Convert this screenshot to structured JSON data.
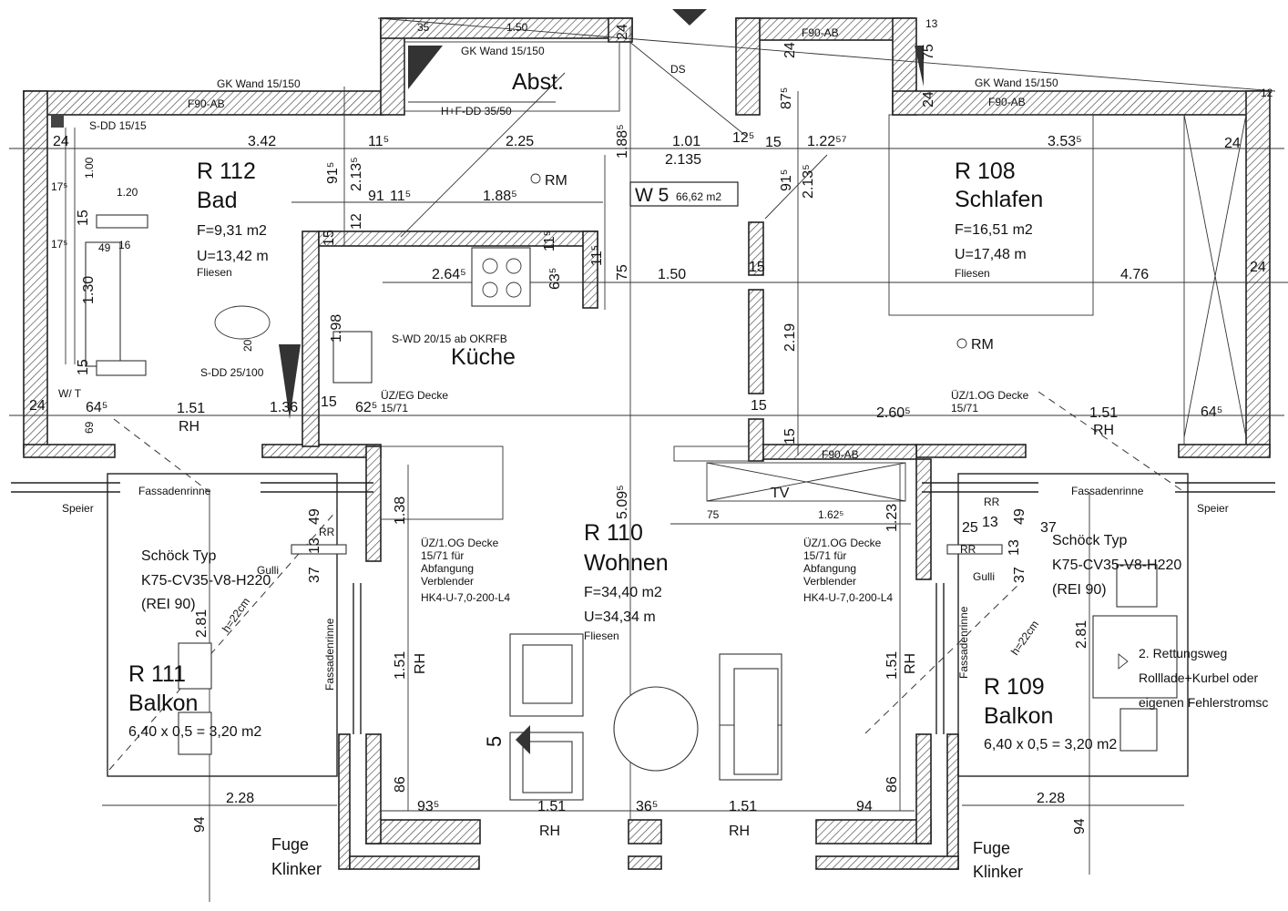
{
  "rooms": {
    "r112": {
      "num": "R 112",
      "name": "Bad",
      "area": "F=9,31 m2",
      "perimeter": "U=13,42 m",
      "floor": "Fliesen"
    },
    "r108": {
      "num": "R 108",
      "name": "Schlafen",
      "area": "F=16,51 m2",
      "perimeter": "U=17,48 m",
      "floor": "Fliesen"
    },
    "r110": {
      "num": "R 110",
      "name": "Wohnen",
      "area": "F=34,40 m2",
      "perimeter": "U=34,34 m",
      "floor": "Fliesen"
    },
    "r111": {
      "num": "R 111",
      "name": "Balkon",
      "area": "6,40 x 0,5 = 3,20 m2"
    },
    "r109": {
      "num": "R 109",
      "name": "Balkon",
      "area": "6,40 x 0,5 = 3,20 m2"
    },
    "kueche": {
      "name": "Küche"
    },
    "abst": {
      "name": "Abst."
    }
  },
  "unit": {
    "label": "W 5",
    "area": "66,62 m2"
  },
  "notes": {
    "gk_wand_left": "GK Wand 15/150",
    "gk_wand_top": "GK Wand 15/150",
    "gk_wand_right": "GK Wand 15/150",
    "f90_left": "F90-AB",
    "f90_top": "F90-AB",
    "f90_right": "F90-AB",
    "f90_bottom": "F90-AB",
    "hfdd": "H+F-DD 35/50",
    "ds": "DS",
    "sdd1515": "S-DD 15/15",
    "sdd25100": "S-DD 25/100",
    "swd": "S-WD 20/15 ab OKRFB",
    "uz_eg": "ÜZ/EG Decke",
    "uz_eg_val": "15/71",
    "uz_1og": "ÜZ/1.OG Decke",
    "uz_1og_val": "15/71",
    "rm": "RM",
    "wt": "W/ T",
    "tv": "TV",
    "fassadenrinne": "Fassadenrinne",
    "speier": "Speier",
    "schoeck_l1": "Schöck Typ",
    "schoeck_l2": "K75-CV35-V8-H220",
    "schoeck_l3": "(REI 90)",
    "gulli": "Gulli",
    "rr": "RR",
    "h22": "h=22cm",
    "uzog_l1": "ÜZ/1.OG Decke",
    "uzog_l2": "15/71 für",
    "uzog_l3": "Abfangung",
    "uzog_l4": "Verblender",
    "uzog_l5": "HK4-U-7,0-200-L4",
    "rettung_l1": "2. Rettungsweg",
    "rettung_l2": "Rolllade+Kurbel oder",
    "rettung_l3": "eigenen Fehlerstromsc",
    "fuge": "Fuge",
    "klinker": "Klinker",
    "rh": "RH",
    "section": "5"
  },
  "dims": {
    "d342": "3.42",
    "d24": "24",
    "d115": "11⁵",
    "d225": "2.25",
    "d1885": "1.88⁵",
    "d101": "1.01",
    "d2135": "2.135",
    "d125": "12⁵",
    "d15": "15",
    "d122": "1.22⁵⁷",
    "d3535": "3.53⁵",
    "d120": "1.20",
    "d100": "1.00",
    "d91": "91",
    "d1885b": "1.88⁵",
    "d2645": "2.64⁵",
    "d150": "1.50",
    "d476": "4.76",
    "d75": "75",
    "d198": "1.98",
    "d219": "2.19",
    "d151": "1.51",
    "d645": "64⁵",
    "d136": "1.36",
    "d625": "62⁵",
    "d2605": "2.60⁵",
    "d5095": "5.09⁵",
    "d138": "1.38",
    "d1625": "1.62⁵",
    "d123": "1.23",
    "d281": "2.81",
    "d86": "86",
    "d935": "93⁵",
    "d365": "36⁵",
    "d94": "94",
    "d228": "2.28",
    "d49": "49",
    "d37": "37",
    "d13": "13",
    "d25": "25",
    "d35": "35",
    "d150t": "1.50",
    "d635": "63⁵",
    "d2135v": "2.13⁵",
    "d915": "91⁵",
    "d875": "87⁵",
    "d130": "1.30",
    "d12": "12",
    "d175": "17⁵",
    "d16": "16",
    "d69": "69",
    "d20": "20",
    "d915b": "91⁵"
  }
}
